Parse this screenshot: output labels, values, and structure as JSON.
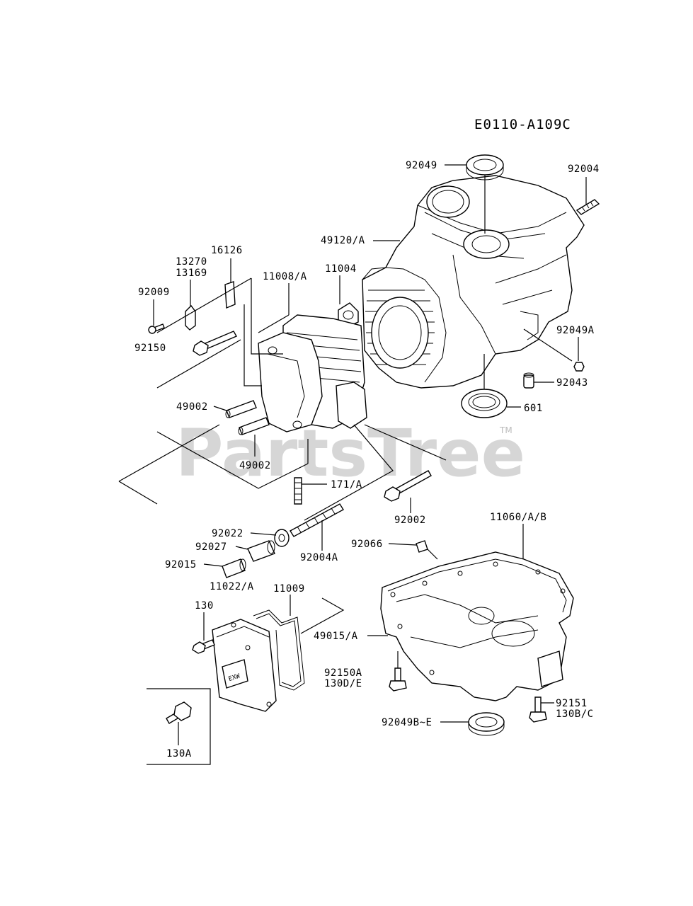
{
  "diagram_code": "E0110-A109C",
  "watermark": {
    "text": "PartsTree",
    "trademark": "TM"
  },
  "labels": {
    "p92049": "92049",
    "p92004": "92004",
    "p49120A": "49120/A",
    "p11004": "11004",
    "p11008A": "11008/A",
    "p16126": "16126",
    "p13270": "13270",
    "p13169": "13169",
    "p92009": "92009",
    "p92150": "92150",
    "p92049A": "92049A",
    "p92043": "92043",
    "p601": "601",
    "p49002a": "49002",
    "p49002b": "49002",
    "p171A": "171/A",
    "p92002": "92002",
    "p92022": "92022",
    "p92027": "92027",
    "p92015": "92015",
    "p92004A": "92004A",
    "p92066": "92066",
    "p11060AB": "11060/A/B",
    "p11022A": "11022/A",
    "p11009": "11009",
    "p130": "130",
    "p49015A": "49015/A",
    "p92150A": "92150A",
    "p130DE": "130D/E",
    "p92151": "92151",
    "p130BC": "130B/C",
    "p92049BE": "92049B~E",
    "p130A": "130A",
    "cover_badge": "EXW"
  }
}
